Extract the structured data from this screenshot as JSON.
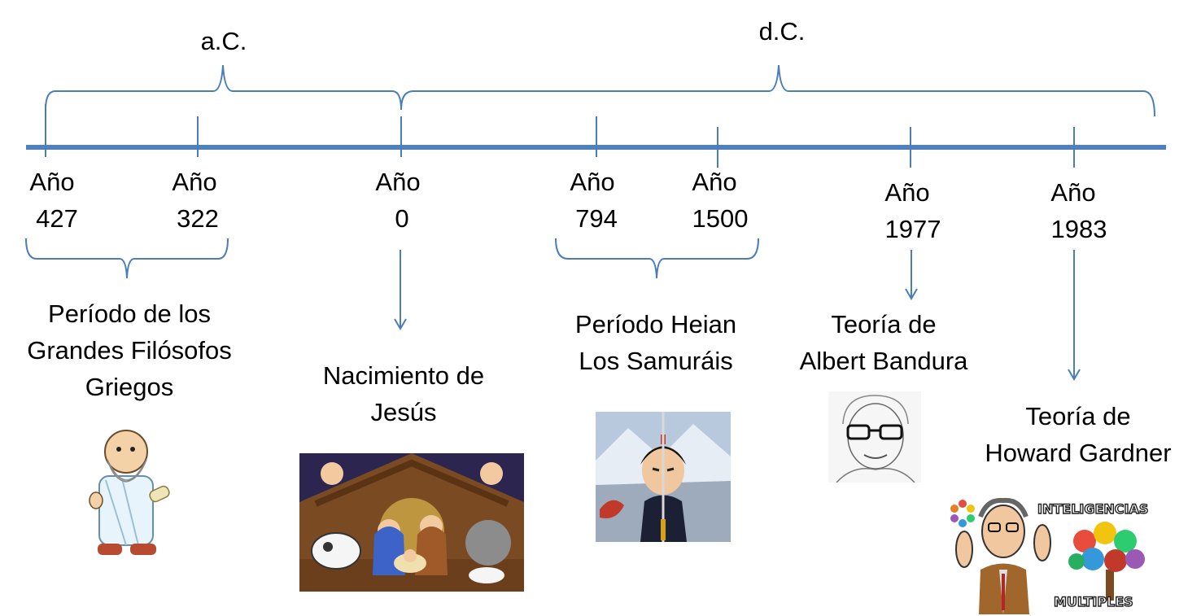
{
  "eras": {
    "bc": "a.C.",
    "ad": "d.C."
  },
  "years": [
    {
      "prefix": "Año",
      "value": "427"
    },
    {
      "prefix": "Año",
      "value": "322"
    },
    {
      "prefix": "Año",
      "value": "0"
    },
    {
      "prefix": "Año",
      "value": "794"
    },
    {
      "prefix": "Año",
      "value": "1500"
    },
    {
      "prefix": "Año",
      "value": "1977"
    },
    {
      "prefix": "Año",
      "value": "1983"
    }
  ],
  "events": {
    "greek": [
      "Período de los",
      "Grandes Filósofos",
      "Griegos"
    ],
    "jesus": [
      "Nacimiento de",
      "Jesús"
    ],
    "heian": [
      "Período Heian",
      "Los Samuráis"
    ],
    "bandura": [
      "Teoría de",
      "Albert Bandura"
    ],
    "gardner": [
      "Teoría de",
      "Howard Gardner"
    ]
  },
  "images": {
    "philosopher": "philosopher-illustration",
    "nativity": "nativity-scene-illustration",
    "samurai": "samurai-illustration",
    "bandura": "albert-bandura-portrait",
    "gardner": "multiple-intelligences-illustration",
    "gardner_top_word": "INTELIGENCIAS",
    "gardner_bottom_word": "MULTIPLES"
  },
  "colors": {
    "timeline": "#4f81bd",
    "brace": "#4a7ebb"
  }
}
